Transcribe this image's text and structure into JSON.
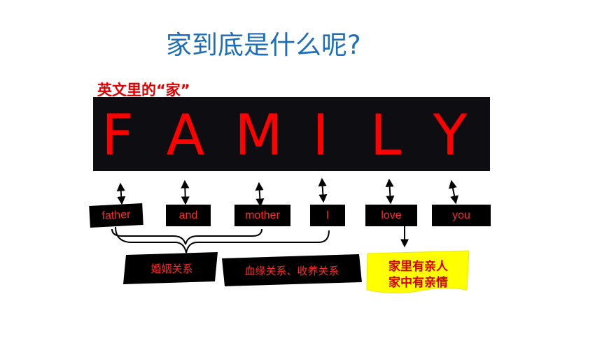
{
  "title": "家到底是什么呢?",
  "subtitle": "英文里的“家”",
  "family_letters": [
    "F",
    "A",
    "M",
    "I",
    "L",
    "Y"
  ],
  "words": [
    "father",
    "and",
    "mother",
    "I",
    "love",
    "you"
  ],
  "relations": {
    "marriage": "婚姻关系",
    "blood": "血缘关系、收养关系"
  },
  "callout": {
    "line1": "家里有亲人",
    "line2": "家中有亲情"
  },
  "colors": {
    "title": "#1f6fb8",
    "accent_red": "#ff0000",
    "banner": "#0d0d12",
    "callout_fill": "#ffff00"
  }
}
